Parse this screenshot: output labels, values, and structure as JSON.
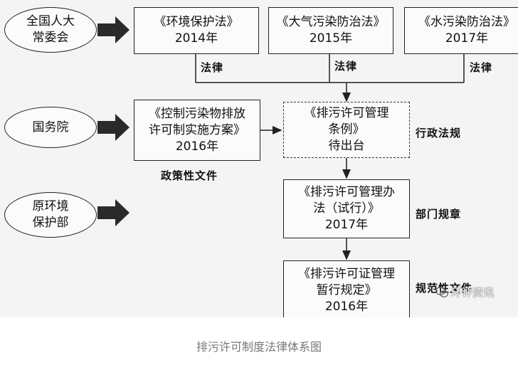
{
  "authorities": {
    "npc": [
      "全国人大",
      "常委会"
    ],
    "state_council": "国务院",
    "mep": [
      "原环境",
      "保护部"
    ]
  },
  "laws": [
    {
      "title": "《环境保护法》",
      "year": "2014年"
    },
    {
      "title": "《大气污染防治法》",
      "year": "2015年"
    },
    {
      "title": "《水污染防治法》",
      "year": "2017年"
    }
  ],
  "labels": {
    "law": "法律",
    "admin_regulation": "行政法规",
    "policy_doc": "政策性文件",
    "dept_rules": "部门规章",
    "normative_doc": "规范性文件"
  },
  "plan": [
    "《控制污染物排放",
    "许可制实施方案》",
    "2016年"
  ],
  "regulation": [
    "《排污许可管理",
    "条例》",
    "待出台"
  ],
  "measures": [
    "《排污许可管理办",
    "法（试行）》",
    "2017年"
  ],
  "provisions": [
    "《排污许可证管理",
    "暂行规定》",
    "2016年"
  ],
  "watermark": "环评资讯",
  "caption": "排污许可制度法律体系图"
}
